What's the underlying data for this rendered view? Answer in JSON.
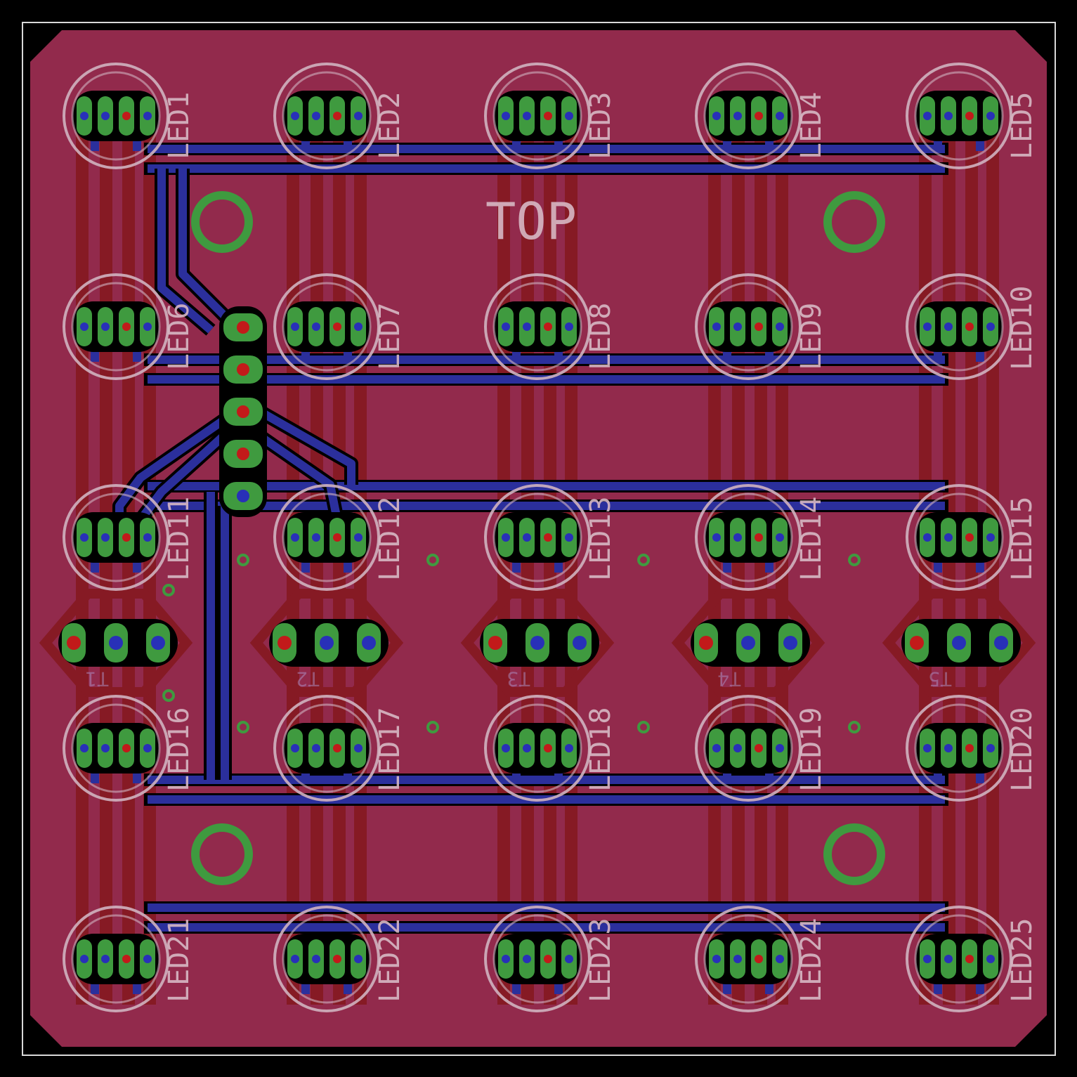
{
  "board": {
    "top_label": "TOP",
    "colors": {
      "background": "#000000",
      "board_fill": "#922a4c",
      "top_copper": "#2b2f9c",
      "bottom_copper": "#861a24",
      "silkscreen": "#d0b2c0",
      "pad_green": "#3f9a3f",
      "drill_red": "#c21a1a",
      "drill_blue": "#2830b8",
      "mounting_hole": "#3f9a3f"
    }
  },
  "leds": [
    {
      "label": "LED1"
    },
    {
      "label": "LED2"
    },
    {
      "label": "LED3"
    },
    {
      "label": "LED4"
    },
    {
      "label": "LED5"
    },
    {
      "label": "LED6"
    },
    {
      "label": "LED7"
    },
    {
      "label": "LED8"
    },
    {
      "label": "LED9"
    },
    {
      "label": "LED10"
    },
    {
      "label": "LED11"
    },
    {
      "label": "LED12"
    },
    {
      "label": "LED13"
    },
    {
      "label": "LED14"
    },
    {
      "label": "LED15"
    },
    {
      "label": "LED16"
    },
    {
      "label": "LED17"
    },
    {
      "label": "LED18"
    },
    {
      "label": "LED19"
    },
    {
      "label": "LED20"
    },
    {
      "label": "LED21"
    },
    {
      "label": "LED22"
    },
    {
      "label": "LED23"
    },
    {
      "label": "LED24"
    },
    {
      "label": "LED25"
    }
  ],
  "connector": {
    "pins": 5
  },
  "transistors": [
    {
      "label": "T1"
    },
    {
      "label": "T2"
    },
    {
      "label": "T3"
    },
    {
      "label": "T4"
    },
    {
      "label": "T5"
    }
  ]
}
